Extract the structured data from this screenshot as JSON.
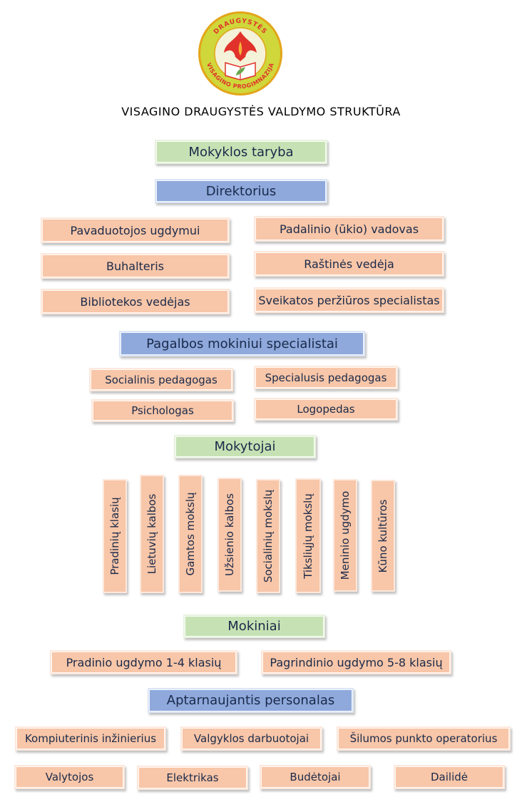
{
  "logo": {
    "top_text": "DRAUGYSTĖS",
    "bottom_text": "VISAGINO PROGIMNAZIJA",
    "colors": {
      "ring": "#cfd73a",
      "ring_edge": "#e3a51a",
      "flame": "#e0322b",
      "book": "#ffffff",
      "leaf": "#6aa84f"
    }
  },
  "title": "VISAGINO DRAUGYSTĖS VALDYMO STRUKTŪRA",
  "governance": {
    "council": "Mokyklos taryba",
    "director": "Direktorius"
  },
  "administration": {
    "left": [
      "Pavaduotojos ugdymui",
      "Buhalteris",
      "Bibliotekos vedėjas"
    ],
    "right": [
      "Padalinio (ūkio) vadovas",
      "Raštinės vedėja",
      "Sveikatos peržiūros specialistas"
    ]
  },
  "support": {
    "heading": "Pagalbos mokiniui specialistai",
    "items": [
      "Socialinis pedagogas",
      "Specialusis pedagogas",
      "Psichologas",
      "Logopedas"
    ]
  },
  "teachers": {
    "heading": "Mokytojai",
    "subjects": [
      "Pradinių klasių",
      "Lietuvių kalbos",
      "Gamtos mokslų",
      "Užsienio kalbos",
      "Socialinių mokslų",
      "Tiksliųjų mokslų",
      "Meninio ugdymo",
      "Kūno kultūros"
    ]
  },
  "students": {
    "heading": "Mokiniai",
    "items": [
      "Pradinio ugdymo 1-4 klasių",
      "Pagrindinio ugdymo 5-8 klasių"
    ]
  },
  "staff": {
    "heading": "Aptarnaujantis personalas",
    "row1": [
      "Kompiuterinis inžinierius",
      "Valgyklos darbuotojai",
      "Šilumos punkto operatorius"
    ],
    "row2": [
      "Valytojos",
      "Elektrikas",
      "Budėtojai",
      "Dailidė"
    ]
  },
  "colors": {
    "green": "#c6e2b4",
    "blue": "#8fa9dc",
    "peach": "#f8c6a8",
    "text": "#1a2a4a"
  }
}
